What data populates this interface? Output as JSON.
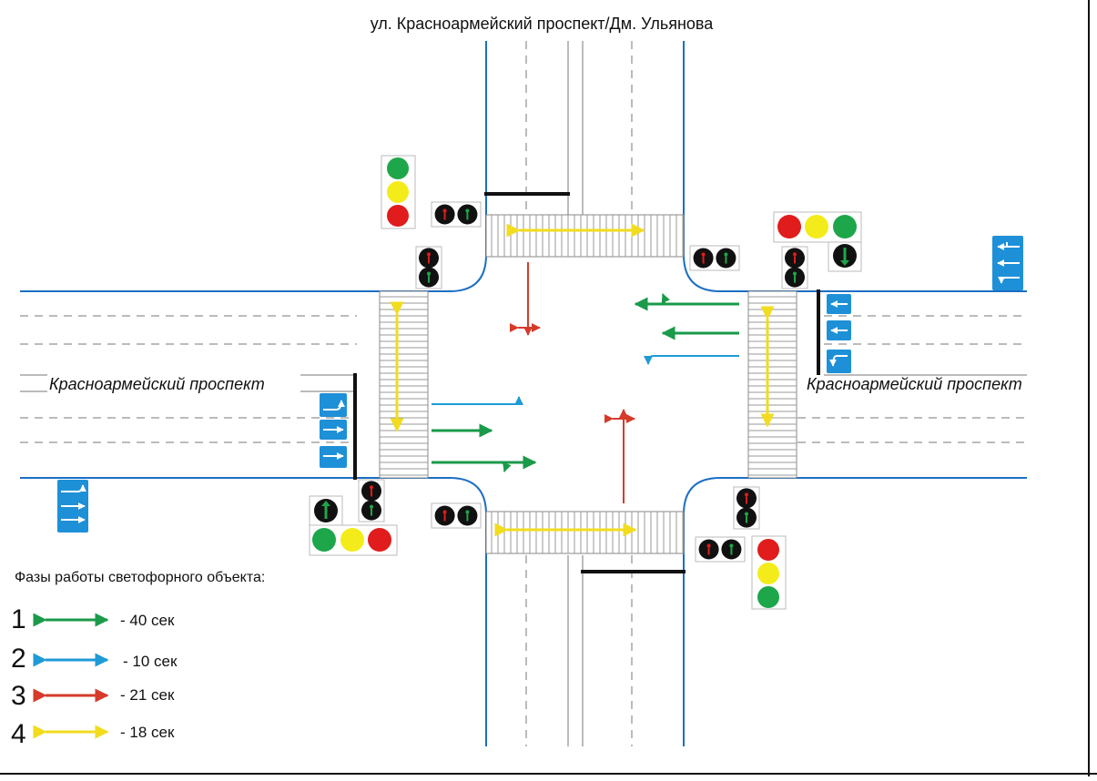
{
  "title": "ул. Красноармейский проспект/Дм. Ульянова",
  "street_west": "Красноармейский проспект",
  "street_east": "Красноармейский проспект",
  "legend": {
    "title": "Фазы работы  светофорного объекта:",
    "phases": [
      {
        "number": "1",
        "color": "#1a9a4a",
        "duration": "- 40 сек"
      },
      {
        "number": "2",
        "color": "#1e9ad6",
        "duration": "- 10 сек"
      },
      {
        "number": "3",
        "color": "#d63a2a",
        "duration": "- 21 сек"
      },
      {
        "number": "4",
        "color": "#f2dc1e",
        "duration": "- 18 сек"
      }
    ]
  },
  "colors": {
    "road_edge": "#1c6ec4",
    "sign_blue": "#1e90d8",
    "stop_line": "#111111",
    "light_red": "#e01c1c",
    "light_yellow": "#f4ec1a",
    "light_green": "#1ea64a"
  }
}
